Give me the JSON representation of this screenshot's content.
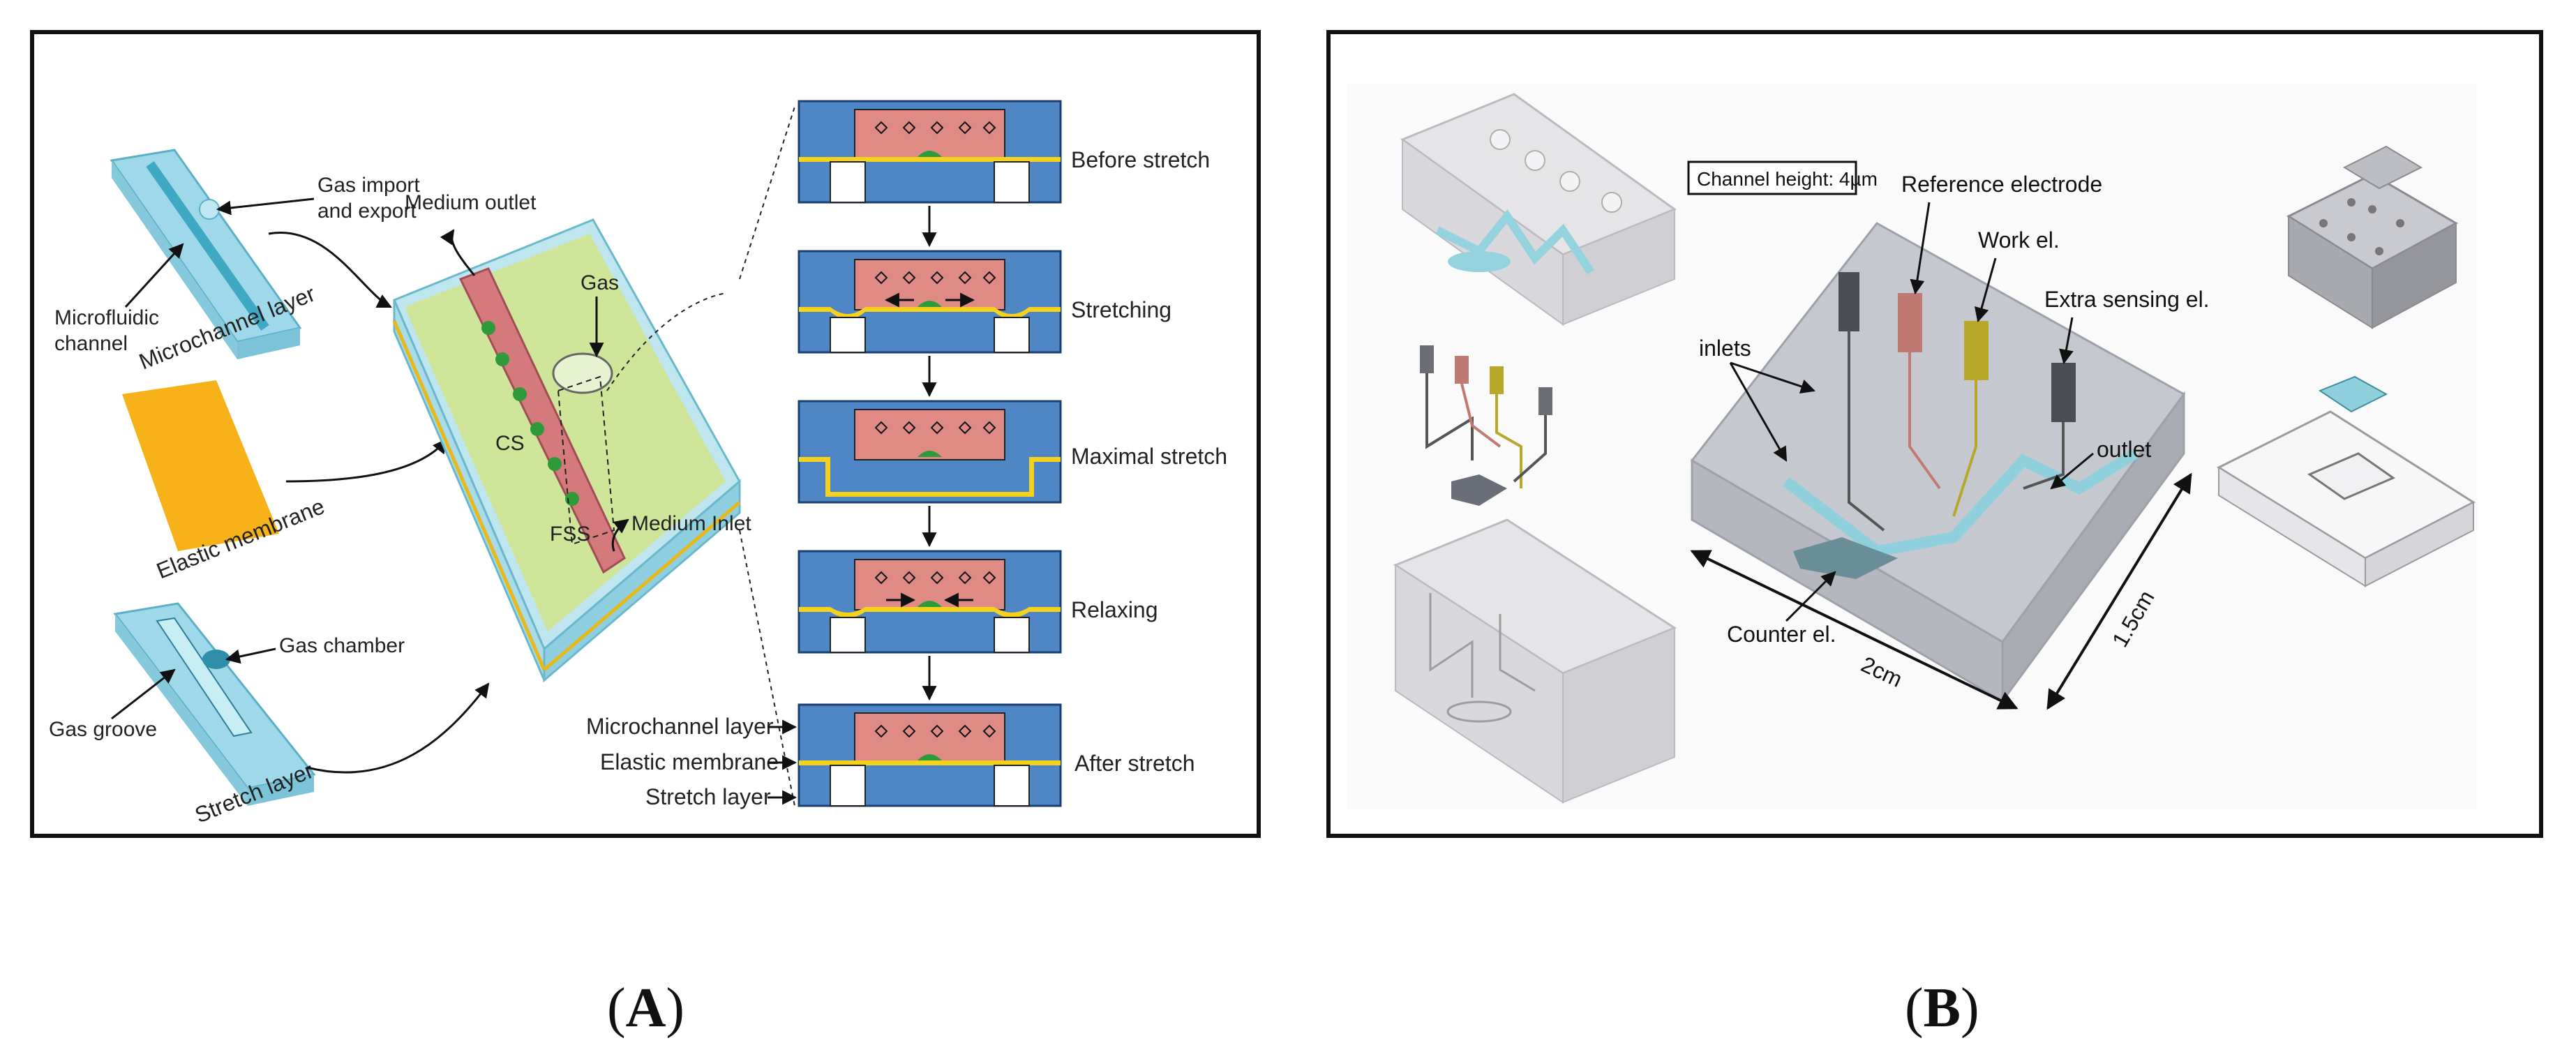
{
  "panel_a": {
    "caption_letter": "A",
    "left_layers": {
      "gas_import_export_1": "Gas import",
      "gas_import_export_2": "and export",
      "microfluidic_channel_1": "Microfluidic",
      "microfluidic_channel_2": "channel",
      "microchannel_layer": "Microchannel layer",
      "elastic_membrane": "Elastic membrane",
      "gas_chamber": "Gas chamber",
      "gas_groove": "Gas groove",
      "stretch_layer": "Stretch layer"
    },
    "chip_labels": {
      "medium_outlet": "Medium outlet",
      "gas": "Gas",
      "cs": "CS",
      "fss": "FSS",
      "medium_inlet": "Medium Inlet"
    },
    "stages": [
      "Before stretch",
      "Stretching",
      "Maximal stretch",
      "Relaxing",
      "After stretch"
    ],
    "layer_legend": [
      "Microchannel layer",
      "Elastic membrane",
      "Stretch layer"
    ],
    "colors": {
      "blue_layer": "#4f86c6",
      "membrane": "#f5d21c",
      "chamber": "#e08a86",
      "cell": "#2f9a3a",
      "chip_green": "#cfe59a",
      "chip_glass": "#9fd8e8",
      "orange_membrane": "#f7b21a"
    }
  },
  "panel_b": {
    "caption_letter": "B",
    "labels": {
      "channel_height": "Channel height: 4µm",
      "reference_electrode": "Reference electrode",
      "work_el": "Work el.",
      "extra_sensing_el": "Extra sensing el.",
      "inlets": "inlets",
      "outlet": "outlet",
      "counter_el": "Counter el.",
      "dim_2cm": "2cm",
      "dim_15cm": "1.5cm"
    },
    "colors": {
      "channel": "#8fd0dc",
      "reference": "#c17a73",
      "work": "#b8a82a",
      "counter": "#6a8e98",
      "extra": "#6b6e75"
    }
  }
}
